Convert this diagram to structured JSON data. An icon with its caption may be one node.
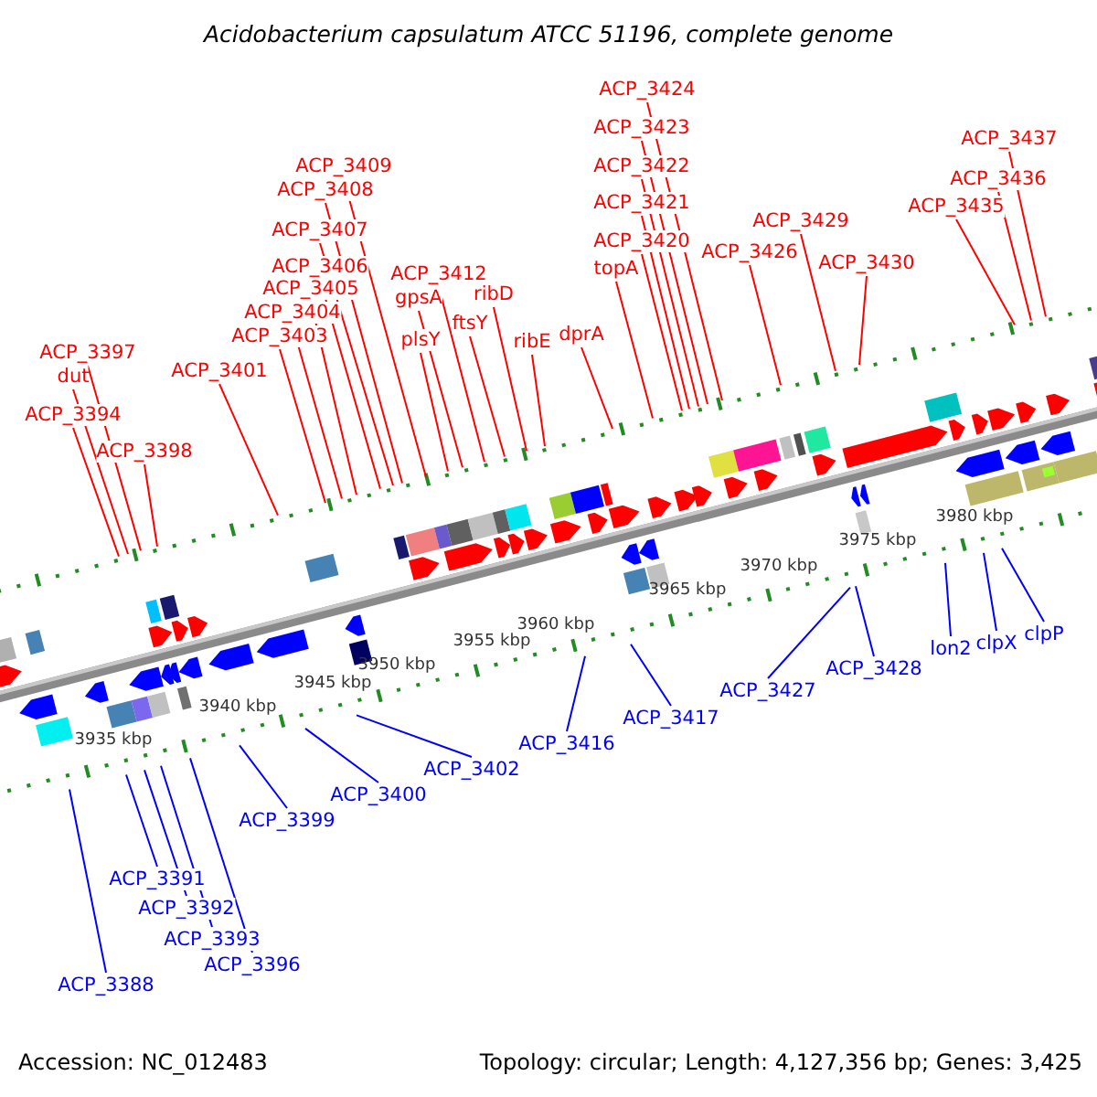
{
  "diagram": {
    "title": "Acidobacterium capsulatum ATCC 51196, complete genome",
    "nodes": [
      {
        "text": [
          "ACP_3397"
        ]
      },
      {
        "text": [
          "dut"
        ]
      },
      {
        "text": [
          "ACP_3394"
        ]
      },
      {
        "text": [
          "ACP_3398"
        ]
      },
      {
        "text": [
          "ACP_3401"
        ]
      },
      {
        "text": [
          "ACP_3403"
        ]
      },
      {
        "text": [
          "ACP_3404"
        ]
      },
      {
        "text": [
          "ACP_3405"
        ]
      },
      {
        "text": [
          "ACP_3406"
        ]
      },
      {
        "text": [
          "ACP_3407"
        ]
      },
      {
        "text": [
          "ACP_3408"
        ]
      },
      {
        "text": [
          "ACP_3409"
        ]
      },
      {
        "text": [
          "plsY"
        ]
      },
      {
        "text": [
          "gpsA"
        ]
      },
      {
        "text": [
          "ACP_3412"
        ]
      },
      {
        "text": [
          "ftsY"
        ]
      },
      {
        "text": [
          "ribD"
        ]
      },
      {
        "text": [
          "ribE"
        ]
      },
      {
        "text": [
          "dprA"
        ]
      },
      {
        "text": [
          "topA"
        ]
      },
      {
        "text": [
          "ACP_3420"
        ]
      },
      {
        "text": [
          "ACP_3421"
        ]
      },
      {
        "text": [
          "ACP_3422"
        ]
      },
      {
        "text": [
          "ACP_3423"
        ]
      },
      {
        "text": [
          "ACP_3424"
        ]
      },
      {
        "text": [
          "ACP_3426"
        ]
      },
      {
        "text": [
          "ACP_3429"
        ]
      },
      {
        "text": [
          "ACP_3430"
        ]
      },
      {
        "text": [
          "ACP_3435"
        ]
      },
      {
        "text": [
          "ACP_3436"
        ]
      },
      {
        "text": [
          "ACP_3437"
        ]
      },
      {
        "text": [
          "ACP_3388"
        ]
      },
      {
        "text": [
          "ACP_3391"
        ]
      },
      {
        "text": [
          "ACP_3392"
        ]
      },
      {
        "text": [
          "ACP_3393"
        ]
      },
      {
        "text": [
          "ACP_3396"
        ]
      },
      {
        "text": [
          "ACP_3399"
        ]
      },
      {
        "text": [
          "ACP_3400"
        ]
      },
      {
        "text": [
          "ACP_3402"
        ]
      },
      {
        "text": [
          "ACP_3416"
        ]
      },
      {
        "text": [
          "ACP_3417"
        ]
      },
      {
        "text": [
          "ACP_3427"
        ]
      },
      {
        "text": [
          "ACP_3428"
        ]
      },
      {
        "text": [
          "lon2"
        ]
      },
      {
        "text": [
          "clpX"
        ]
      },
      {
        "text": [
          "clpP"
        ]
      }
    ],
    "edges": [
      {
        "from": 0,
        "to": null,
        "arrow": "none"
      },
      {
        "from": 1,
        "to": null,
        "arrow": "none"
      },
      {
        "from": 2,
        "to": null,
        "arrow": "none"
      },
      {
        "from": 3,
        "to": null,
        "arrow": "none"
      },
      {
        "from": 4,
        "to": null,
        "arrow": "none"
      },
      {
        "from": 5,
        "to": null,
        "arrow": "none"
      },
      {
        "from": 6,
        "to": null,
        "arrow": "none"
      },
      {
        "from": 7,
        "to": null,
        "arrow": "none"
      },
      {
        "from": 8,
        "to": null,
        "arrow": "none"
      },
      {
        "from": 9,
        "to": null,
        "arrow": "none"
      },
      {
        "from": 10,
        "to": null,
        "arrow": "none"
      },
      {
        "from": 11,
        "to": null,
        "arrow": "none"
      },
      {
        "from": 12,
        "to": null,
        "arrow": "none"
      },
      {
        "from": 13,
        "to": null,
        "arrow": "none"
      },
      {
        "from": 14,
        "to": null,
        "arrow": "none"
      },
      {
        "from": 15,
        "to": null,
        "arrow": "none"
      },
      {
        "from": 16,
        "to": null,
        "arrow": "none"
      },
      {
        "from": 17,
        "to": null,
        "arrow": "none"
      },
      {
        "from": 18,
        "to": null,
        "arrow": "none"
      },
      {
        "from": 19,
        "to": null,
        "arrow": "none"
      },
      {
        "from": 20,
        "to": null,
        "arrow": "none"
      },
      {
        "from": 21,
        "to": null,
        "arrow": "none"
      },
      {
        "from": 22,
        "to": null,
        "arrow": "none"
      },
      {
        "from": 23,
        "to": null,
        "arrow": "none"
      },
      {
        "from": 24,
        "to": null,
        "arrow": "none"
      },
      {
        "from": 25,
        "to": null,
        "arrow": "none"
      },
      {
        "from": 26,
        "to": null,
        "arrow": "none"
      },
      {
        "from": 27,
        "to": null,
        "arrow": "none"
      },
      {
        "from": 28,
        "to": null,
        "arrow": "none"
      },
      {
        "from": 29,
        "to": null,
        "arrow": "none"
      },
      {
        "from": 30,
        "to": null,
        "arrow": "none"
      },
      {
        "from": 31,
        "to": null,
        "arrow": "none",
        "color": "#0000ff"
      },
      {
        "from": 32,
        "to": null,
        "arrow": "none",
        "color": "#0000ff"
      },
      {
        "from": 33,
        "to": null,
        "arrow": "none",
        "color": "#0000ff"
      },
      {
        "from": 34,
        "to": null,
        "arrow": "none",
        "color": "#0000ff"
      },
      {
        "from": 35,
        "to": null,
        "arrow": "none",
        "color": "#0000ff"
      },
      {
        "from": 36,
        "to": null,
        "arrow": "none",
        "color": "#0000ff"
      },
      {
        "from": 37,
        "to": null,
        "arrow": "none",
        "color": "#0000ff"
      },
      {
        "from": 38,
        "to": null,
        "arrow": "none",
        "color": "#0000ff"
      },
      {
        "from": 39,
        "to": null,
        "arrow": "none",
        "color": "#0000ff"
      },
      {
        "from": 40,
        "to": null,
        "arrow": "none",
        "color": "#0000ff"
      },
      {
        "from": 41,
        "to": null,
        "arrow": "none",
        "color": "#0000ff"
      },
      {
        "from": 42,
        "to": null,
        "arrow": "none",
        "color": "#0000ff"
      },
      {
        "from": 43,
        "to": null,
        "arrow": "none",
        "color": "#0000ff"
      },
      {
        "from": 44,
        "to": null,
        "arrow": "none",
        "color": "#0000ff"
      },
      {
        "from": 45,
        "to": null,
        "arrow": "none",
        "color": "#0000ff"
      }
    ],
    "labels": [
      "3935 kbp",
      "3940 kbp",
      "3945 kbp",
      "3950 kbp",
      "3955 kbp",
      "3960 kbp",
      "3965 kbp",
      "3970 kbp",
      "3975 kbp",
      "3980 kbp",
      "Accession: NC_012483",
      "Topology: circular; Length: 4,127,356 bp; Genes: 3,425"
    ]
  }
}
